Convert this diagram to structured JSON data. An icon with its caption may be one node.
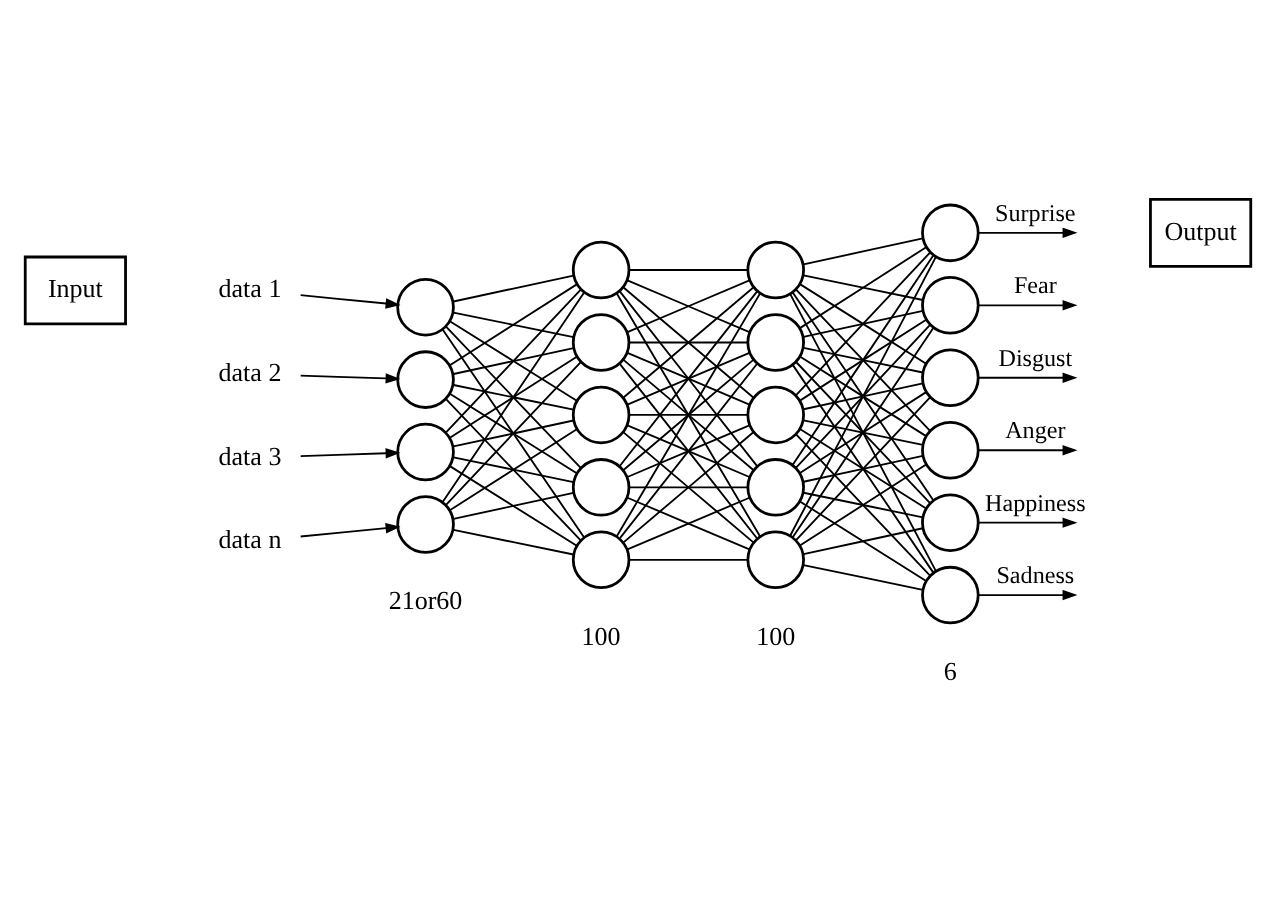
{
  "diagram": {
    "nodes": [
      {
        "text": [
          "Input"
        ]
      },
      {
        "text": [
          "data 1"
        ]
      },
      {
        "text": [
          "data 2"
        ]
      },
      {
        "text": [
          "data 3"
        ]
      },
      {
        "text": [
          "data n"
        ]
      },
      {
        "text": [],
        "shape": "circle"
      },
      {
        "text": [],
        "shape": "circle"
      },
      {
        "text": [],
        "shape": "circle"
      },
      {
        "text": [],
        "shape": "circle"
      },
      {
        "text": [],
        "shape": "circle"
      },
      {
        "text": [],
        "shape": "circle"
      },
      {
        "text": [],
        "shape": "circle"
      },
      {
        "text": [],
        "shape": "circle"
      },
      {
        "text": [],
        "shape": "circle"
      },
      {
        "text": [],
        "shape": "circle"
      },
      {
        "text": [],
        "shape": "circle"
      },
      {
        "text": [],
        "shape": "circle"
      },
      {
        "text": [],
        "shape": "circle"
      },
      {
        "text": [],
        "shape": "circle"
      },
      {
        "text": [],
        "shape": "circle",
        "beside": [
          "Surprise"
        ]
      },
      {
        "text": [],
        "shape": "circle",
        "beside": [
          "Fear"
        ]
      },
      {
        "text": [],
        "shape": "circle",
        "beside": [
          "Disgust"
        ]
      },
      {
        "text": [],
        "shape": "circle",
        "beside": [
          "Anger"
        ]
      },
      {
        "text": [],
        "shape": "circle",
        "beside": [
          "Happiness"
        ]
      },
      {
        "text": [],
        "shape": "circle",
        "beside": [
          "Sadness"
        ]
      },
      {
        "text": [
          "Output"
        ]
      }
    ],
    "edges": [
      {
        "from": 1,
        "to": 5,
        "arrow": "to"
      },
      {
        "from": 2,
        "to": 6,
        "arrow": "to"
      },
      {
        "from": 3,
        "to": 7,
        "arrow": "to"
      },
      {
        "from": 4,
        "to": 8,
        "arrow": "to"
      },
      {
        "from": 5,
        "to": 9,
        "arrow": "none"
      },
      {
        "from": 5,
        "to": 10,
        "arrow": "none"
      },
      {
        "from": 5,
        "to": 11,
        "arrow": "none"
      },
      {
        "from": 5,
        "to": 12,
        "arrow": "none"
      },
      {
        "from": 5,
        "to": 13,
        "arrow": "none"
      },
      {
        "from": 6,
        "to": 9,
        "arrow": "none"
      },
      {
        "from": 6,
        "to": 10,
        "arrow": "none"
      },
      {
        "from": 6,
        "to": 11,
        "arrow": "none"
      },
      {
        "from": 6,
        "to": 12,
        "arrow": "none"
      },
      {
        "from": 6,
        "to": 13,
        "arrow": "none"
      },
      {
        "from": 7,
        "to": 9,
        "arrow": "none"
      },
      {
        "from": 7,
        "to": 10,
        "arrow": "none"
      },
      {
        "from": 7,
        "to": 11,
        "arrow": "none"
      },
      {
        "from": 7,
        "to": 12,
        "arrow": "none"
      },
      {
        "from": 7,
        "to": 13,
        "arrow": "none"
      },
      {
        "from": 8,
        "to": 9,
        "arrow": "none"
      },
      {
        "from": 8,
        "to": 10,
        "arrow": "none"
      },
      {
        "from": 8,
        "to": 11,
        "arrow": "none"
      },
      {
        "from": 8,
        "to": 12,
        "arrow": "none"
      },
      {
        "from": 8,
        "to": 13,
        "arrow": "none"
      },
      {
        "from": 9,
        "to": 14,
        "arrow": "none"
      },
      {
        "from": 9,
        "to": 15,
        "arrow": "none"
      },
      {
        "from": 9,
        "to": 16,
        "arrow": "none"
      },
      {
        "from": 9,
        "to": 17,
        "arrow": "none"
      },
      {
        "from": 9,
        "to": 18,
        "arrow": "none"
      },
      {
        "from": 10,
        "to": 14,
        "arrow": "none"
      },
      {
        "from": 10,
        "to": 15,
        "arrow": "none"
      },
      {
        "from": 10,
        "to": 16,
        "arrow": "none"
      },
      {
        "from": 10,
        "to": 17,
        "arrow": "none"
      },
      {
        "from": 10,
        "to": 18,
        "arrow": "none"
      },
      {
        "from": 11,
        "to": 14,
        "arrow": "none"
      },
      {
        "from": 11,
        "to": 15,
        "arrow": "none"
      },
      {
        "from": 11,
        "to": 16,
        "arrow": "none"
      },
      {
        "from": 11,
        "to": 17,
        "arrow": "none"
      },
      {
        "from": 11,
        "to": 18,
        "arrow": "none"
      },
      {
        "from": 12,
        "to": 14,
        "arrow": "none"
      },
      {
        "from": 12,
        "to": 15,
        "arrow": "none"
      },
      {
        "from": 12,
        "to": 16,
        "arrow": "none"
      },
      {
        "from": 12,
        "to": 17,
        "arrow": "none"
      },
      {
        "from": 12,
        "to": 18,
        "arrow": "none"
      },
      {
        "from": 13,
        "to": 14,
        "arrow": "none"
      },
      {
        "from": 13,
        "to": 15,
        "arrow": "none"
      },
      {
        "from": 13,
        "to": 16,
        "arrow": "none"
      },
      {
        "from": 13,
        "to": 17,
        "arrow": "none"
      },
      {
        "from": 13,
        "to": 18,
        "arrow": "none"
      },
      {
        "from": 14,
        "to": 19,
        "arrow": "none"
      },
      {
        "from": 14,
        "to": 20,
        "arrow": "none"
      },
      {
        "from": 14,
        "to": 21,
        "arrow": "none"
      },
      {
        "from": 14,
        "to": 22,
        "arrow": "none"
      },
      {
        "from": 14,
        "to": 23,
        "arrow": "none"
      },
      {
        "from": 14,
        "to": 24,
        "arrow": "none"
      },
      {
        "from": 15,
        "to": 19,
        "arrow": "none"
      },
      {
        "from": 15,
        "to": 20,
        "arrow": "none"
      },
      {
        "from": 15,
        "to": 21,
        "arrow": "none"
      },
      {
        "from": 15,
        "to": 22,
        "arrow": "none"
      },
      {
        "from": 15,
        "to": 23,
        "arrow": "none"
      },
      {
        "from": 15,
        "to": 24,
        "arrow": "none"
      },
      {
        "from": 16,
        "to": 19,
        "arrow": "none"
      },
      {
        "from": 16,
        "to": 20,
        "arrow": "none"
      },
      {
        "from": 16,
        "to": 21,
        "arrow": "none"
      },
      {
        "from": 16,
        "to": 22,
        "arrow": "none"
      },
      {
        "from": 16,
        "to": 23,
        "arrow": "none"
      },
      {
        "from": 16,
        "to": 24,
        "arrow": "none"
      },
      {
        "from": 17,
        "to": 19,
        "arrow": "none"
      },
      {
        "from": 17,
        "to": 20,
        "arrow": "none"
      },
      {
        "from": 17,
        "to": 21,
        "arrow": "none"
      },
      {
        "from": 17,
        "to": 22,
        "arrow": "none"
      },
      {
        "from": 17,
        "to": 23,
        "arrow": "none"
      },
      {
        "from": 17,
        "to": 24,
        "arrow": "none"
      },
      {
        "from": 18,
        "to": 19,
        "arrow": "none"
      },
      {
        "from": 18,
        "to": 20,
        "arrow": "none"
      },
      {
        "from": 18,
        "to": 21,
        "arrow": "none"
      },
      {
        "from": 18,
        "to": 22,
        "arrow": "none"
      },
      {
        "from": 18,
        "to": 23,
        "arrow": "none"
      },
      {
        "from": 18,
        "to": 24,
        "arrow": "none"
      },
      {
        "from": 19,
        "to": null,
        "arrow": "to"
      },
      {
        "from": 20,
        "to": null,
        "arrow": "to"
      },
      {
        "from": 21,
        "to": null,
        "arrow": "to"
      },
      {
        "from": 22,
        "to": null,
        "arrow": "to"
      },
      {
        "from": 23,
        "to": null,
        "arrow": "to"
      },
      {
        "from": 24,
        "to": null,
        "arrow": "to"
      }
    ],
    "labels": [
      "21or60",
      "100",
      "100",
      "6"
    ]
  }
}
